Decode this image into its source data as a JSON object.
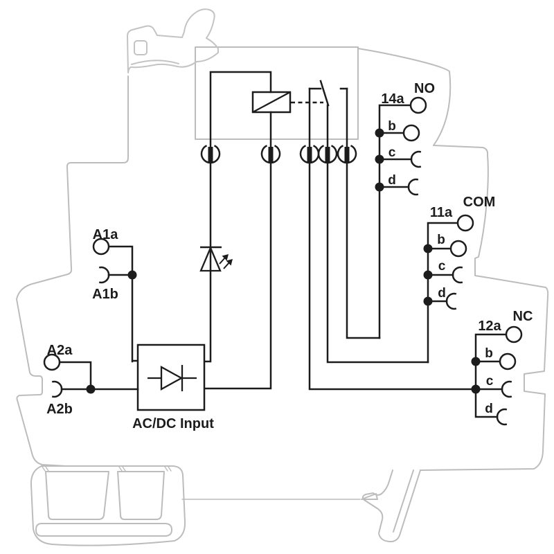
{
  "module": {
    "description": "DIN-rail relay module wiring diagram",
    "input_label": "AC/DC Input",
    "coil_terminals": [
      "A1a",
      "A1b",
      "A2a",
      "A2b"
    ],
    "groups": [
      {
        "function": "NO",
        "a_label": "14a",
        "rows": [
          "b",
          "c",
          "d"
        ]
      },
      {
        "function": "COM",
        "a_label": "11a",
        "rows": [
          "b",
          "c",
          "d"
        ]
      },
      {
        "function": "NC",
        "a_label": "12a",
        "rows": [
          "b",
          "c",
          "d"
        ]
      }
    ],
    "symbols": [
      "relay-coil",
      "changeover-contact",
      "led-indicator",
      "rectifier-diode",
      "plug-in-contacts"
    ],
    "colors": {
      "wire": "#1c1c1c",
      "housing": "#bcbcbc",
      "background": "#ffffff"
    }
  }
}
